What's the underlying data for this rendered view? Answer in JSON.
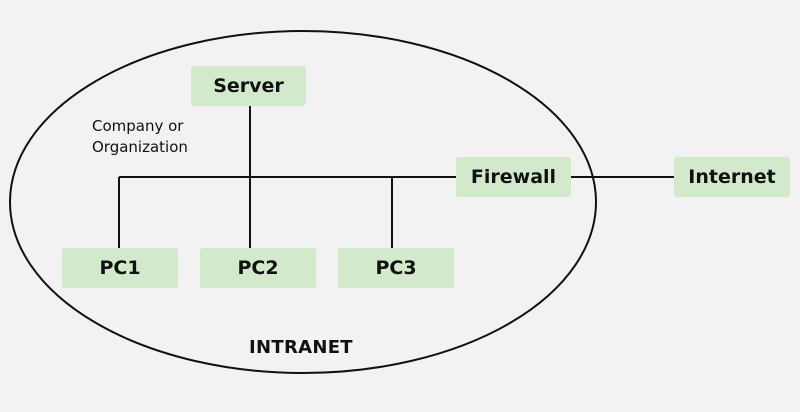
{
  "diagram": {
    "title": "Intranet network diagram",
    "nodes": {
      "server": "Server",
      "firewall": "Firewall",
      "internet": "Internet",
      "pc1": "PC1",
      "pc2": "PC2",
      "pc3": "PC3"
    },
    "annotations": {
      "company_line1": "Company or",
      "company_line2": "Organization",
      "intranet": "INTRANET"
    },
    "colors": {
      "node_fill": "#d3e9cc",
      "line": "#111111",
      "background": "#f2f2f2"
    }
  }
}
